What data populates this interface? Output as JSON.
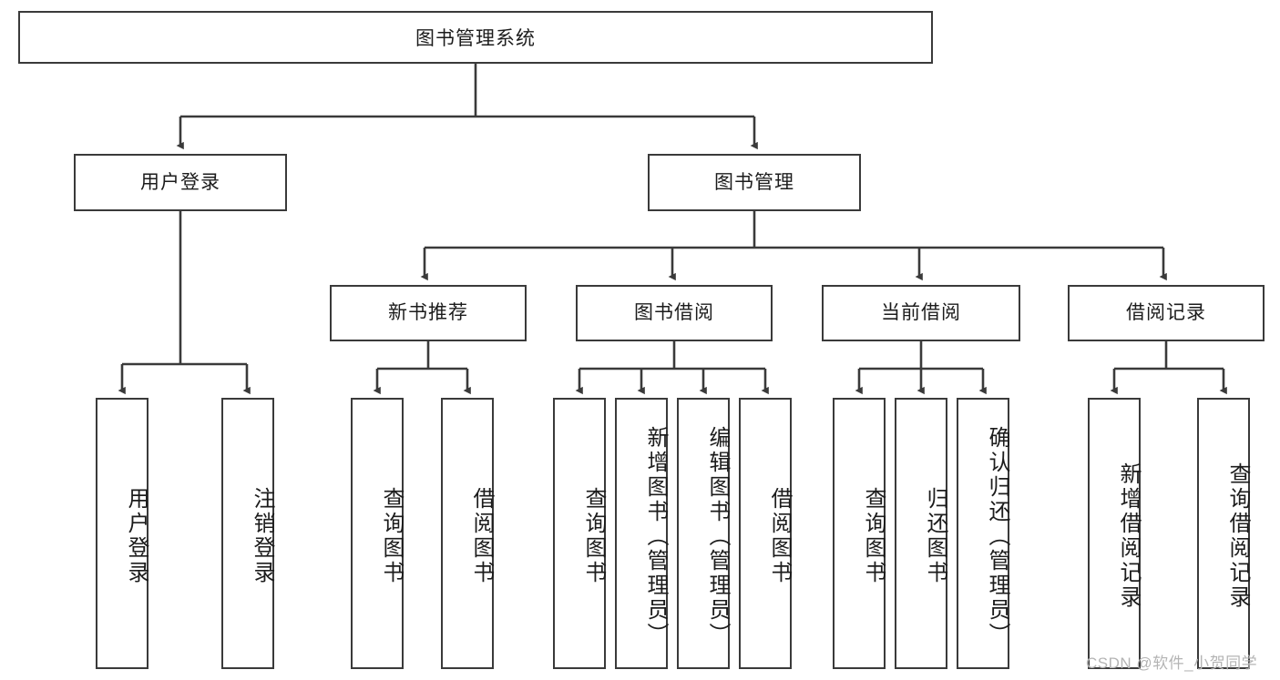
{
  "diagram": {
    "title": "图书管理系统",
    "type": "tree-hierarchy-diagram",
    "colors": {
      "border": "#3a3a3a",
      "fill": "#ffffff",
      "text": "#1c1c1c",
      "watermark": "#b4b4b4"
    },
    "root": {
      "label": "图书管理系统"
    },
    "level2": [
      {
        "label": "用户登录"
      },
      {
        "label": "图书管理"
      }
    ],
    "level3": [
      {
        "label": "新书推荐"
      },
      {
        "label": "图书借阅"
      },
      {
        "label": "当前借阅"
      },
      {
        "label": "借阅记录"
      }
    ],
    "leaves": {
      "user_login": [
        {
          "label": "用户登录"
        },
        {
          "label": "注销登录"
        }
      ],
      "new_book_recommend": [
        {
          "label": "查询图书"
        },
        {
          "label": "借阅图书"
        }
      ],
      "book_borrow": [
        {
          "label": "查询图书"
        },
        {
          "label": "新增图书（管理员）"
        },
        {
          "label": "编辑图书（管理员）"
        },
        {
          "label": "借阅图书"
        }
      ],
      "current_borrow": [
        {
          "label": "查询图书"
        },
        {
          "label": "归还图书"
        },
        {
          "label": "确认归还（管理员）"
        }
      ],
      "borrow_record": [
        {
          "label": "新增借阅记录"
        },
        {
          "label": "查询借阅记录"
        }
      ]
    },
    "watermark": "CSDN @软件_小贺同学"
  }
}
